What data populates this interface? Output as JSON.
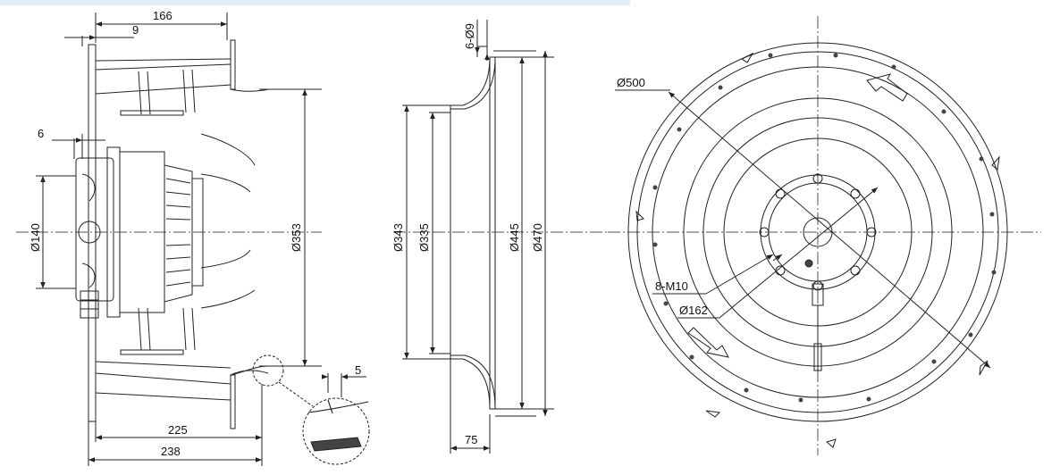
{
  "colors": {
    "line": "#222222",
    "center": "#555555",
    "header_bar": "#e4eef8",
    "hatch": "#444444"
  },
  "side_view": {
    "dim_width_top": "166",
    "dim_flange": "9",
    "dim_wall": "6",
    "dim_hub": "Ø140",
    "dim_inlet": "Ø353",
    "dim_detail": "5",
    "dim_length_a": "225",
    "dim_length_b": "238"
  },
  "nozzle_view": {
    "dim_holes": "6-Ø9",
    "dim_d1": "Ø343",
    "dim_d2": "Ø335",
    "dim_d3": "Ø445",
    "dim_d4": "Ø470",
    "dim_depth": "75"
  },
  "front_view": {
    "dim_outer": "Ø500",
    "dim_threads": "8-M10",
    "dim_bolt_circle": "Ø162"
  }
}
